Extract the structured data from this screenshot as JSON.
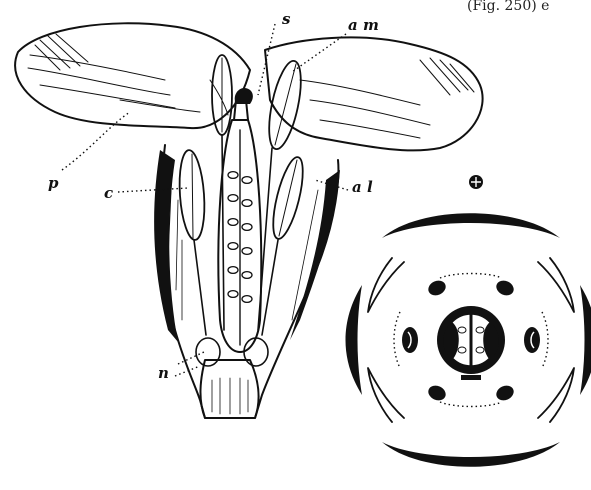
{
  "header_fragment": "(Fig. 250) e",
  "labels": {
    "s": "s",
    "am": "a m",
    "al": "a l",
    "p": "p",
    "c": "c",
    "n": "n"
  },
  "colors": {
    "ink": "#111111",
    "paper": "#ffffff"
  }
}
